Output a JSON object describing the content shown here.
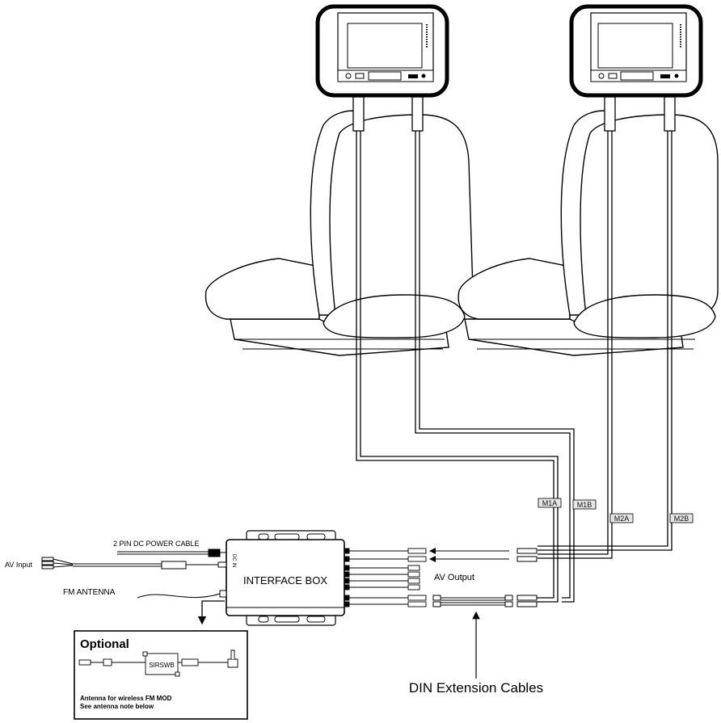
{
  "labels": {
    "power_cable": "2 PIN DC POWER CABLE",
    "av_input": "AV Input",
    "fm_antenna": "FM ANTENNA",
    "interface_box": "INTERFACE BOX",
    "dc_in": "DC IN",
    "av_output": "AV Output",
    "din_cables": "DIN Extension Cables"
  },
  "tags": {
    "m1a": "M1A",
    "m1b": "M1B",
    "m2a": "M2A",
    "m2b": "M2B"
  },
  "optional": {
    "title": "Optional",
    "module": "SIRSWB",
    "note_line1": "Antenna for wireless FM MOD",
    "note_line2": "See antenna note below"
  }
}
